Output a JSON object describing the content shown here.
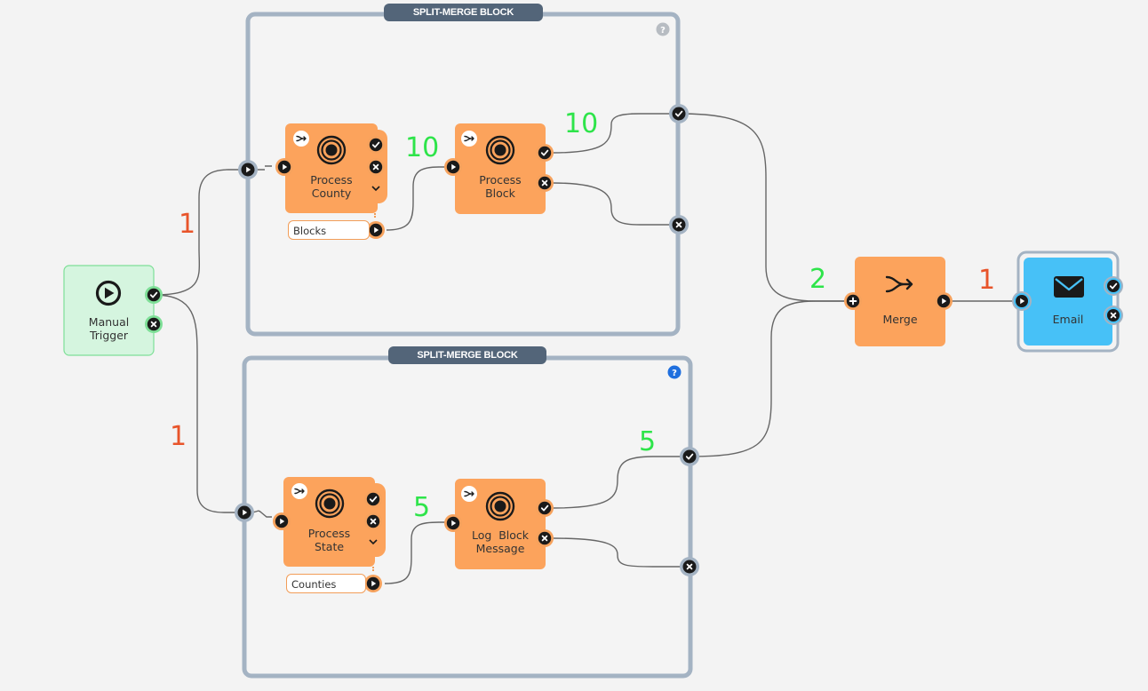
{
  "colors": {
    "orange": "#fca35c",
    "orange_port": "#f6a25d",
    "blue_node": "#47c1f7",
    "green_node": "#d5f5df",
    "block_border": "#a4b3c3",
    "wire": "#666666",
    "count_green": "#2ee44a",
    "count_red": "#e8542a"
  },
  "split_merge_blocks": [
    {
      "header": "SPLIT-MERGE BLOCK",
      "help_icon": "question-circle-icon"
    },
    {
      "header": "SPLIT-MERGE BLOCK",
      "help_icon": "question-circle-icon"
    }
  ],
  "nodes": {
    "manual_trigger": {
      "label": "Manual\nTrigger",
      "icon": "play-circle-icon"
    },
    "process_county": {
      "label": "Process\nCounty",
      "icon": "target-icon",
      "param_label": "Blocks"
    },
    "process_block": {
      "label": "Process\nBlock",
      "icon": "target-icon"
    },
    "process_state": {
      "label": "Process\nState",
      "icon": "target-icon",
      "param_label": "Counties"
    },
    "log_block_message": {
      "label": "Log  Block\nMessage",
      "icon": "target-icon"
    },
    "merge": {
      "label": "Merge",
      "icon": "merge-arrows-icon"
    },
    "email": {
      "label": "Email",
      "icon": "envelope-icon"
    }
  },
  "counts": {
    "trigger_to_top_block": "1",
    "trigger_to_bottom_block": "1",
    "county_to_block": "10",
    "block_to_top_exit": "10",
    "state_to_log": "5",
    "log_to_bottom_exit": "5",
    "into_merge": "2",
    "merge_to_email": "1"
  }
}
